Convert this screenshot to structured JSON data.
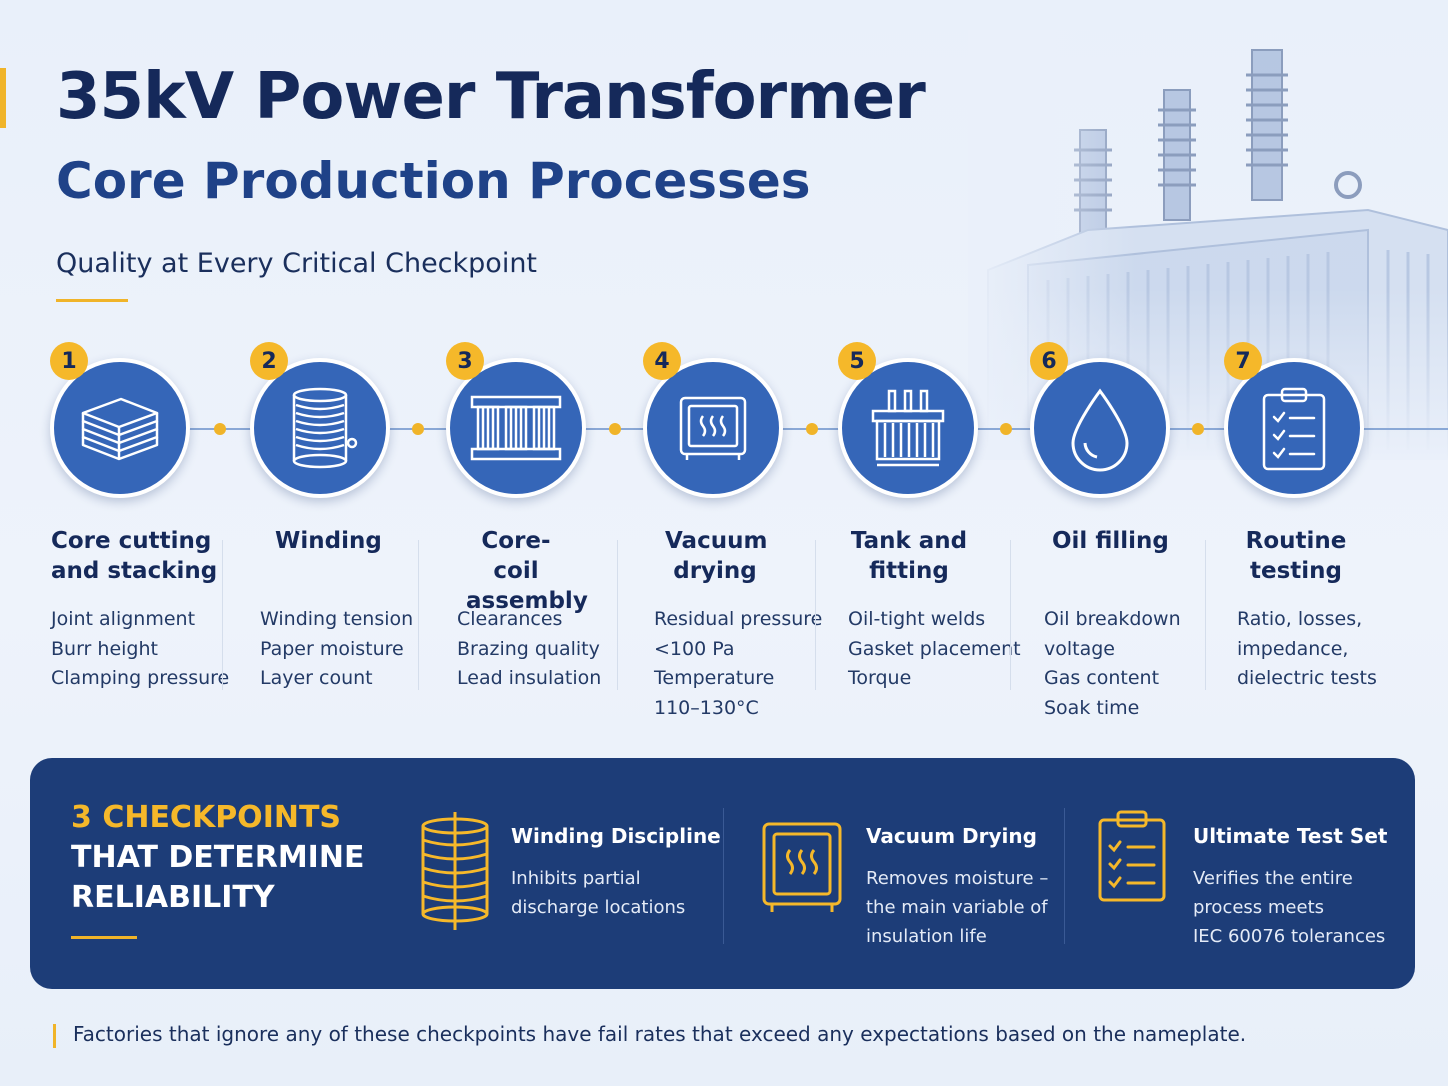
{
  "header": {
    "title_line1": "35kV Power Transformer",
    "title_line2": "Core Production Processes",
    "subtitle": "Quality at Every Critical Checkpoint"
  },
  "colors": {
    "navy": "#15295a",
    "blue": "#3566b8",
    "accent_yellow": "#f5b82a",
    "panel": "#1d3d78"
  },
  "steps": [
    {
      "number": "1",
      "icon": "stacked-sheets-icon",
      "title_lines": [
        "Core cutting",
        "and stacking"
      ],
      "items": [
        "Joint alignment",
        "Burr height",
        "Clamping pressure"
      ]
    },
    {
      "number": "2",
      "icon": "coil-spool-icon",
      "title_lines": [
        "Winding"
      ],
      "items": [
        "Winding tension",
        "Paper moisture",
        "Layer count"
      ]
    },
    {
      "number": "3",
      "icon": "core-coil-icon",
      "title_lines": [
        "Core-coil",
        "assembly"
      ],
      "items": [
        "Clearances",
        "Brazing quality",
        "Lead insulation"
      ]
    },
    {
      "number": "4",
      "icon": "vacuum-oven-icon",
      "title_lines": [
        "Vacuum",
        "drying"
      ],
      "items": [
        "Residual pressure",
        "<100 Pa",
        "Temperature",
        "110–130°C"
      ]
    },
    {
      "number": "5",
      "icon": "transformer-tank-icon",
      "title_lines": [
        "Tank and",
        "fitting"
      ],
      "items": [
        "Oil-tight welds",
        "Gasket placement",
        "Torque"
      ]
    },
    {
      "number": "6",
      "icon": "oil-drop-icon",
      "title_lines": [
        "Oil filling"
      ],
      "items": [
        "Oil breakdown",
        "voltage",
        "Gas content",
        "Soak time"
      ]
    },
    {
      "number": "7",
      "icon": "clipboard-checklist-icon",
      "title_lines": [
        "Routine",
        "testing"
      ],
      "items": [
        "Ratio, losses,",
        "impedance,",
        "dielectric tests"
      ]
    }
  ],
  "checkpoints_panel": {
    "heading_line1": "3 CHECKPOINTS",
    "heading_line2": "THAT DETERMINE",
    "heading_line3": "RELIABILITY",
    "items": [
      {
        "icon": "coil-spool-icon",
        "title": "Winding Discipline",
        "desc_lines": [
          "Inhibits partial",
          "discharge locations"
        ]
      },
      {
        "icon": "vacuum-oven-icon",
        "title": "Vacuum Drying",
        "desc_lines": [
          "Removes moisture –",
          "the main variable of",
          "insulation life"
        ]
      },
      {
        "icon": "clipboard-checklist-icon",
        "title": "Ultimate Test Set",
        "desc_lines": [
          "Verifies the entire",
          "process meets",
          "IEC 60076 tolerances"
        ]
      }
    ]
  },
  "footer": {
    "note": "Factories that ignore any of these checkpoints have fail rates that exceed any expectations based on the nameplate."
  }
}
